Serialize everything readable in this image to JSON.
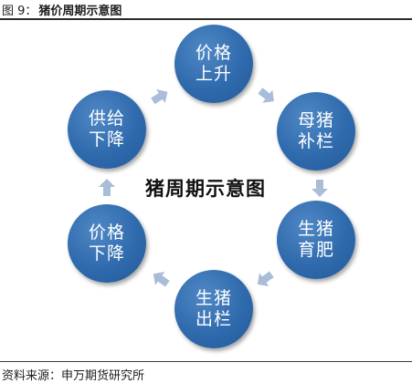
{
  "header": {
    "figure_label": "图 9：",
    "title": "猪价周期示意图"
  },
  "diagram": {
    "center_label": "猪周期示意图",
    "nodes": [
      {
        "line1": "价格",
        "line2": "上升"
      },
      {
        "line1": "母猪",
        "line2": "补栏"
      },
      {
        "line1": "生猪",
        "line2": "育肥"
      },
      {
        "line1": "生猪",
        "line2": "出栏"
      },
      {
        "line1": "价格",
        "line2": "下降"
      },
      {
        "line1": "供给",
        "line2": "下降"
      }
    ],
    "node_color": "#2f6aad",
    "arrow_color": "#a9bcd8"
  },
  "footer": {
    "source": "资料来源：申万期货研究所"
  }
}
